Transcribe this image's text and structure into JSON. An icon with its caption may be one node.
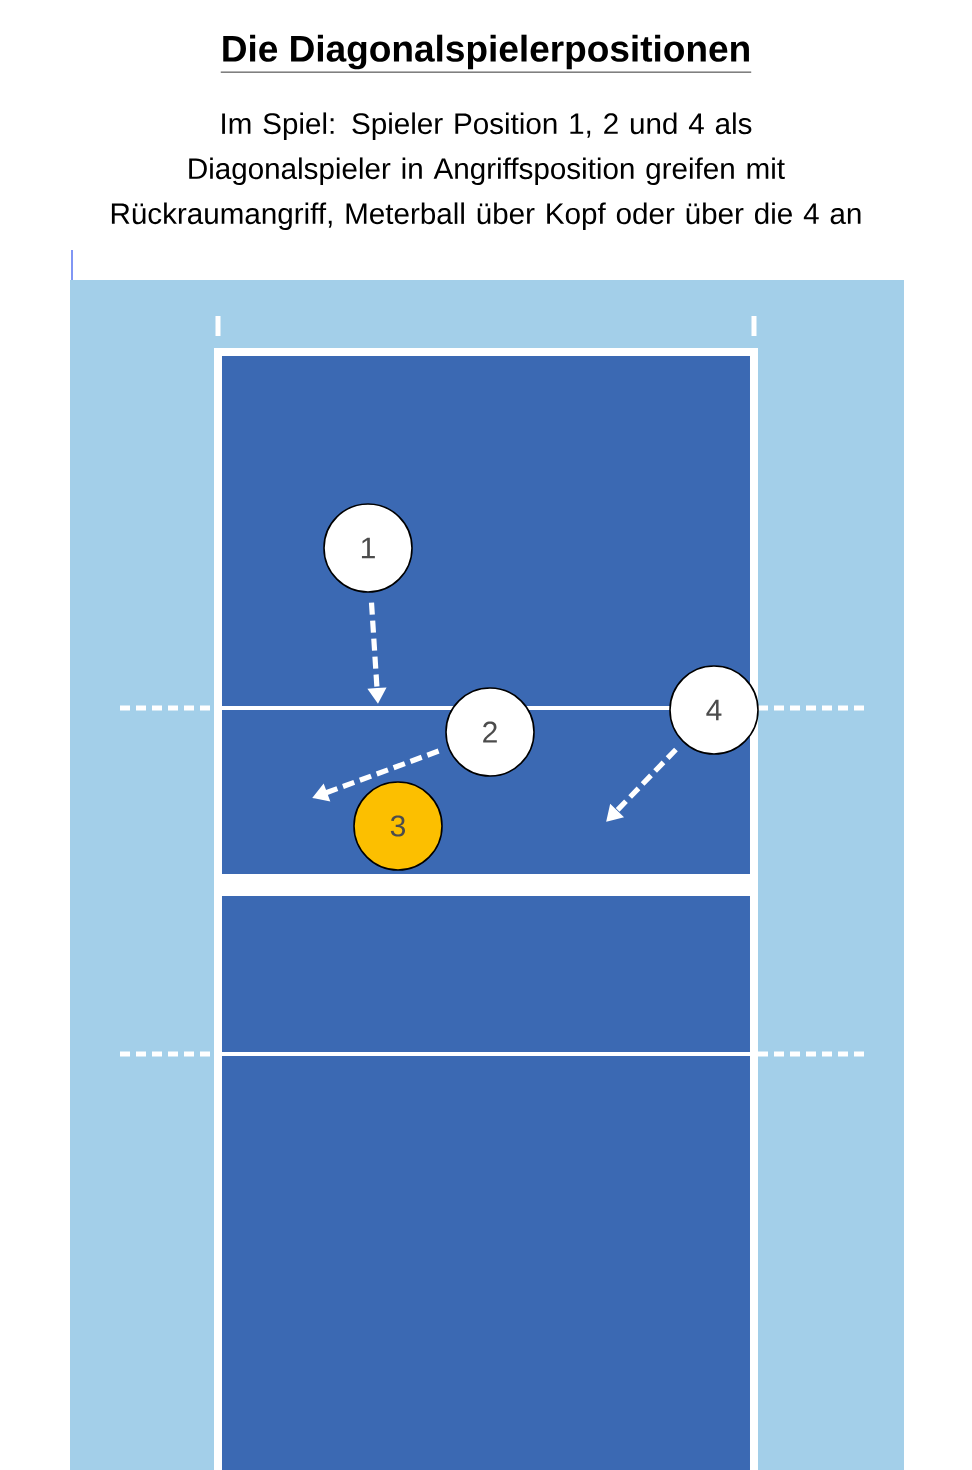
{
  "diagram": {
    "title": "Die Diagonalspielerpositionen",
    "caption": "Im Spiel: Spieler Position 1, 2 und 4 als Diagonalspieler in Angriffsposition greifen mit Rückraumangriff, Meterball über Kopf oder über die 4 an",
    "nodes": [
      {
        "text": [
          "1"
        ]
      },
      {
        "text": [
          "2"
        ]
      },
      {
        "text": [
          "3"
        ]
      },
      {
        "text": [
          "4"
        ]
      }
    ],
    "edges": [
      {
        "from": 0,
        "to": null,
        "arrow": "to",
        "style": "dashed"
      },
      {
        "from": 1,
        "to": null,
        "arrow": "to",
        "style": "dashed"
      },
      {
        "from": 3,
        "to": null,
        "arrow": "to",
        "style": "dashed"
      }
    ]
  }
}
